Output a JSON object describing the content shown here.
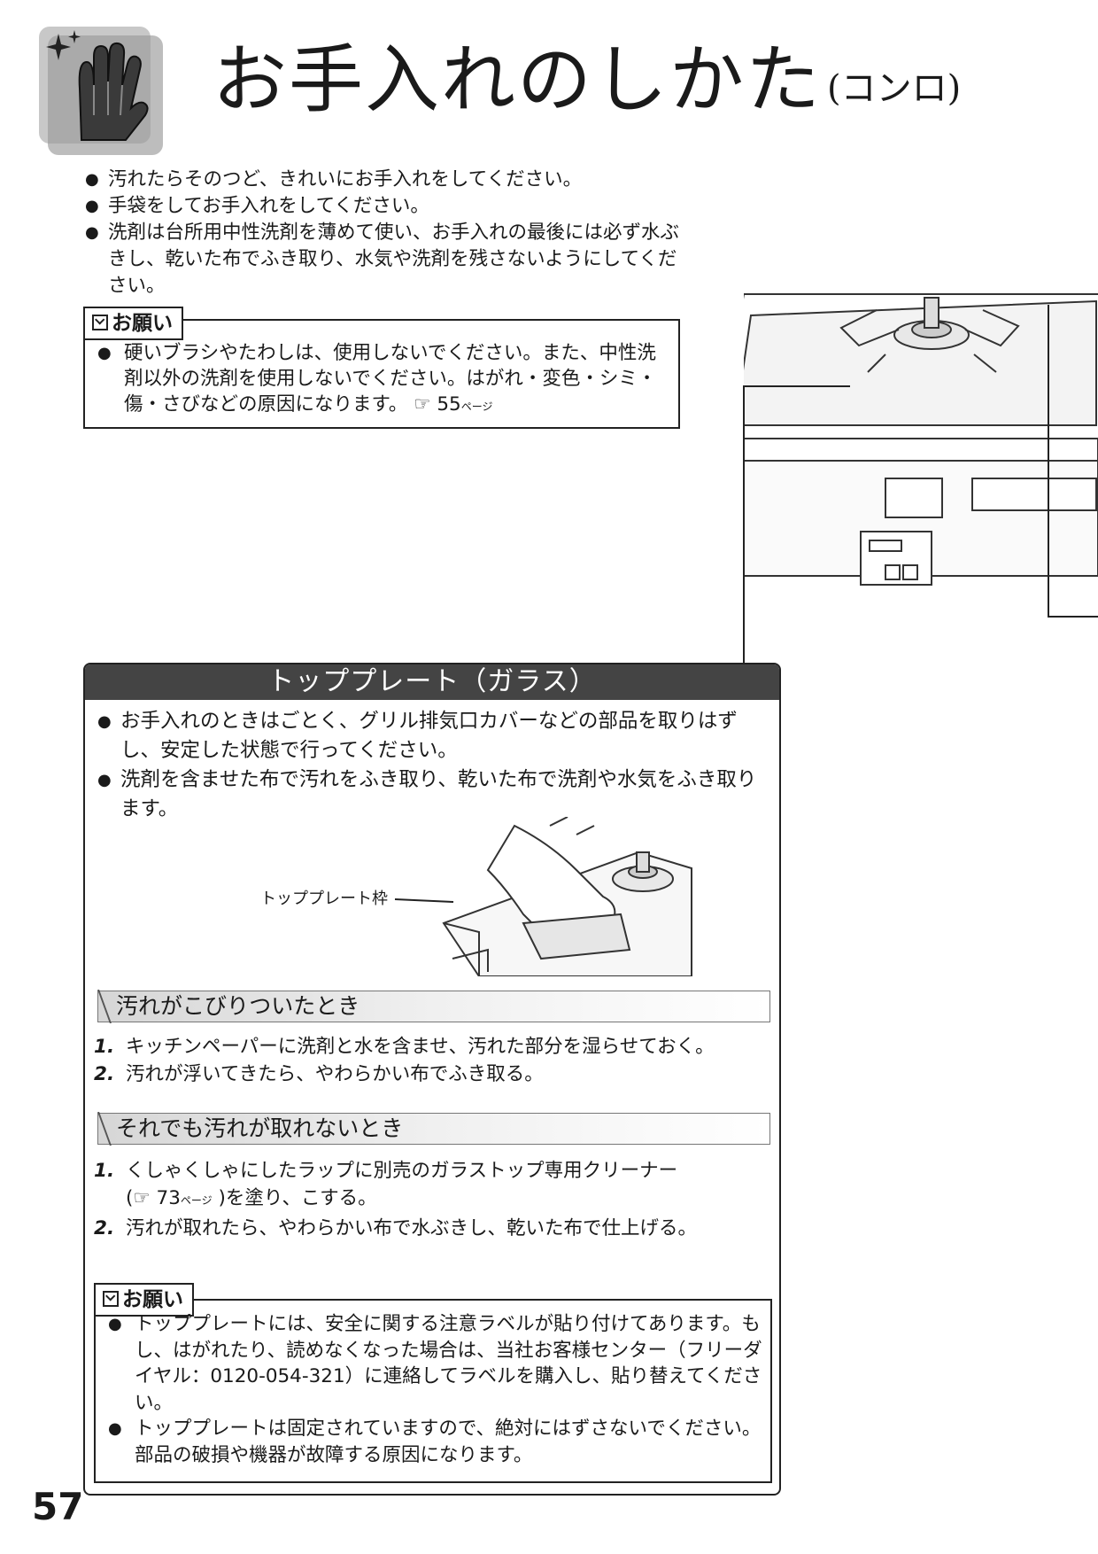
{
  "header": {
    "title": "お手入れのしかた",
    "subtitle": "(コンロ)"
  },
  "intro_bullets": [
    "汚れたらそのつど、きれいにお手入れをしてください。",
    "手袋をしてお手入れをしてください。",
    "洗剤は台所用中性洗剤を薄めて使い、お手入れの最後には必ず水ぶきし、乾いた布でふき取り、水気や洗剤を残さないようにしてください。"
  ],
  "onegai_1": {
    "label": "お願い",
    "text": "硬いブラシやたわしは、使用しないでください。また、中性洗剤以外の洗剤を使用しないでください。はがれ・変色・シミ・傷・さびなどの原因になります。",
    "ref_mark": "☞",
    "ref_page": "55",
    "ref_unit": "ページ"
  },
  "panel": {
    "heading": "トッププレート（ガラス）",
    "bullets": [
      "お手入れのときはごとく、グリル排気口カバーなどの部品を取りはずし、安定した状態で行ってください。",
      "洗剤を含ませた布で汚れをふき取り、乾いた布で洗剤や水気をふき取ります。"
    ],
    "illustration_label": "トッププレート枠",
    "section1": {
      "heading": "汚れがこびりついたとき",
      "steps": [
        {
          "num": "1.",
          "text": "キッチンペーパーに洗剤と水を含ませ、汚れた部分を湿らせておく。"
        },
        {
          "num": "2.",
          "text": "汚れが浮いてきたら、やわらかい布でふき取る。"
        }
      ]
    },
    "section2": {
      "heading": "それでも汚れが取れないとき",
      "step1_text": "くしゃくしゃにしたラップに別売のガラストップ専用クリーナー",
      "step1_ref_open": "(",
      "step1_ref_mark": "☞",
      "step1_ref_page": "73",
      "step1_ref_unit": "ページ",
      "step1_ref_close": ")を塗り、こする。",
      "step2_text": "汚れが取れたら、やわらかい布で水ぶきし、乾いた布で仕上げる。",
      "num1": "1.",
      "num2": "2."
    },
    "onegai_2": {
      "label": "お願い",
      "bullets": [
        "トッププレートには、安全に関する注意ラベルが貼り付けてあります。もし、はがれたり、読めなくなった場合は、当社お客様センター（フリーダイヤル：0120-054-321）に連絡してラベルを購入し、貼り替えてください。",
        "トッププレートは固定されていますので、絶対にはずさないでください。部品の破損や機器が故障する原因になります。"
      ]
    }
  },
  "page_number": "57"
}
